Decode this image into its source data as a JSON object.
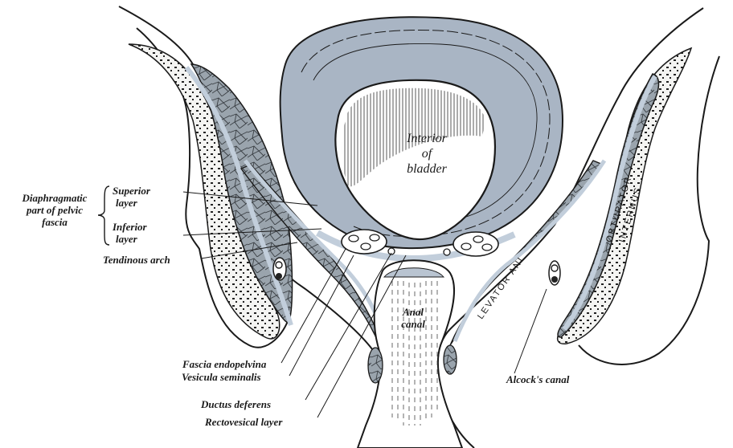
{
  "labels": {
    "interior_of_bladder": [
      "Interior",
      "of",
      "bladder"
    ],
    "anal_canal": [
      "Anal",
      "canal"
    ],
    "diaphragmatic": [
      "Diaphragmatic",
      "part of pelvic",
      "fascia"
    ],
    "superior_layer": [
      "Superior",
      "layer"
    ],
    "inferior_layer": [
      "Inferior",
      "layer"
    ],
    "tendinous_arch": "Tendinous arch",
    "fascia_endopelvina": "Fascia endopelvina",
    "vesicula_seminalis": "Vesicula seminalis",
    "ductus_deferens": "Ductus deferens",
    "rectovesical_layer": "Rectovesical layer",
    "alcocks_canal": "Alcock's canal",
    "levator_ani": "LEVATOR ANI",
    "obturator_internus": [
      "OBTURATOR",
      "INTERNUS"
    ]
  },
  "colors": {
    "ink": "#1a1a1a",
    "bladder_wall": "#a9b5c4",
    "fascia_blue": "#c2cedb",
    "muscle_gray": "#9aa4ad",
    "bone_fill": "#f4f4f2",
    "paper": "#ffffff"
  }
}
